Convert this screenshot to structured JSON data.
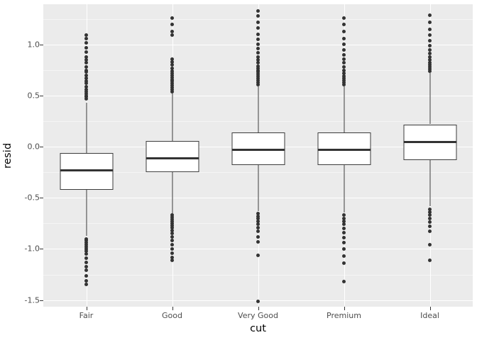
{
  "chart_data": {
    "type": "boxplot",
    "title": "",
    "xlabel": "cut",
    "ylabel": "resid",
    "categories": [
      "Fair",
      "Good",
      "Very Good",
      "Premium",
      "Ideal"
    ],
    "ylim": [
      -1.565,
      1.395
    ],
    "y_ticks": [
      1.0,
      0.5,
      0.0,
      -0.5,
      -1.0,
      -1.5
    ],
    "y_tick_labels": [
      "1.0",
      "0.5",
      "0.0",
      "-0.5",
      "-1.0",
      "-1.5"
    ],
    "grid": "major-and-minor-horizontal-white",
    "legend": "none",
    "theme": "ggplot2-grey",
    "panel_background": "#ebebeb",
    "gridline_color": "#ffffff",
    "box_fill": "#ffffff",
    "box_line_color": "#3b3b3b",
    "boxes": [
      {
        "category": "Fair",
        "lower_whisker": -0.87,
        "q1": -0.42,
        "median": -0.23,
        "q3": -0.06,
        "upper_whisker": 0.43,
        "outliers_upper": [
          0.47,
          0.49,
          0.5,
          0.52,
          0.54,
          0.56,
          0.59,
          0.62,
          0.64,
          0.67,
          0.7,
          0.73,
          0.75,
          0.78,
          0.82,
          0.85,
          0.88,
          0.93,
          0.97,
          1.02,
          1.06,
          1.09
        ],
        "outliers_lower": [
          -0.9,
          -0.92,
          -0.94,
          -0.96,
          -0.98,
          -1.0,
          -1.02,
          -1.05,
          -1.09,
          -1.13,
          -1.17,
          -1.21,
          -1.26,
          -1.31,
          -1.35
        ]
      },
      {
        "category": "Good",
        "lower_whisker": -0.65,
        "q1": -0.25,
        "median": -0.11,
        "q3": 0.06,
        "upper_whisker": 0.52,
        "outliers_upper": [
          0.54,
          0.56,
          0.58,
          0.6,
          0.62,
          0.64,
          0.66,
          0.68,
          0.7,
          0.72,
          0.74,
          0.77,
          0.8,
          0.83,
          0.86,
          1.09,
          1.13,
          1.2,
          1.26
        ],
        "outliers_lower": [
          -0.67,
          -0.69,
          -0.71,
          -0.73,
          -0.75,
          -0.77,
          -0.79,
          -0.82,
          -0.85,
          -0.88,
          -0.92,
          -0.96,
          -1.0,
          -1.04,
          -1.08,
          -1.11
        ]
      },
      {
        "category": "Very Good",
        "lower_whisker": -0.63,
        "q1": -0.18,
        "median": -0.03,
        "q3": 0.14,
        "upper_whisker": 0.59,
        "outliers_upper": [
          0.61,
          0.63,
          0.65,
          0.67,
          0.69,
          0.71,
          0.73,
          0.75,
          0.77,
          0.79,
          0.82,
          0.85,
          0.88,
          0.92,
          0.96,
          1.0,
          1.05,
          1.1,
          1.16,
          1.22,
          1.28,
          1.33
        ],
        "outliers_lower": [
          -0.65,
          -0.68,
          -0.7,
          -0.73,
          -0.76,
          -0.79,
          -0.83,
          -0.88,
          -0.93,
          -1.06,
          -1.51
        ]
      },
      {
        "category": "Premium",
        "lower_whisker": -0.64,
        "q1": -0.18,
        "median": -0.03,
        "q3": 0.14,
        "upper_whisker": 0.59,
        "outliers_upper": [
          0.61,
          0.63,
          0.65,
          0.67,
          0.69,
          0.72,
          0.75,
          0.78,
          0.82,
          0.86,
          0.9,
          0.95,
          1.0,
          1.06,
          1.13,
          1.2,
          1.26
        ],
        "outliers_lower": [
          -0.67,
          -0.7,
          -0.73,
          -0.76,
          -0.8,
          -0.84,
          -0.89,
          -0.94,
          -1.0,
          -1.07,
          -1.14,
          -1.32
        ]
      },
      {
        "category": "Ideal",
        "lower_whisker": -0.58,
        "q1": -0.13,
        "median": 0.05,
        "q3": 0.22,
        "upper_whisker": 0.72,
        "outliers_upper": [
          0.74,
          0.76,
          0.78,
          0.8,
          0.82,
          0.85,
          0.88,
          0.91,
          0.95,
          0.99,
          1.04,
          1.09,
          1.15,
          1.22,
          1.29
        ],
        "outliers_lower": [
          -0.61,
          -0.64,
          -0.67,
          -0.7,
          -0.74,
          -0.78,
          -0.83,
          -0.96,
          -1.11
        ]
      }
    ]
  },
  "axes": {
    "y_title": "resid",
    "x_title": "cut",
    "y_tick_labels": [
      "1.0",
      "0.5",
      "0.0",
      "-0.5",
      "-1.0",
      "-1.5"
    ],
    "x_tick_labels": [
      "Fair",
      "Good",
      "Very Good",
      "Premium",
      "Ideal"
    ]
  }
}
